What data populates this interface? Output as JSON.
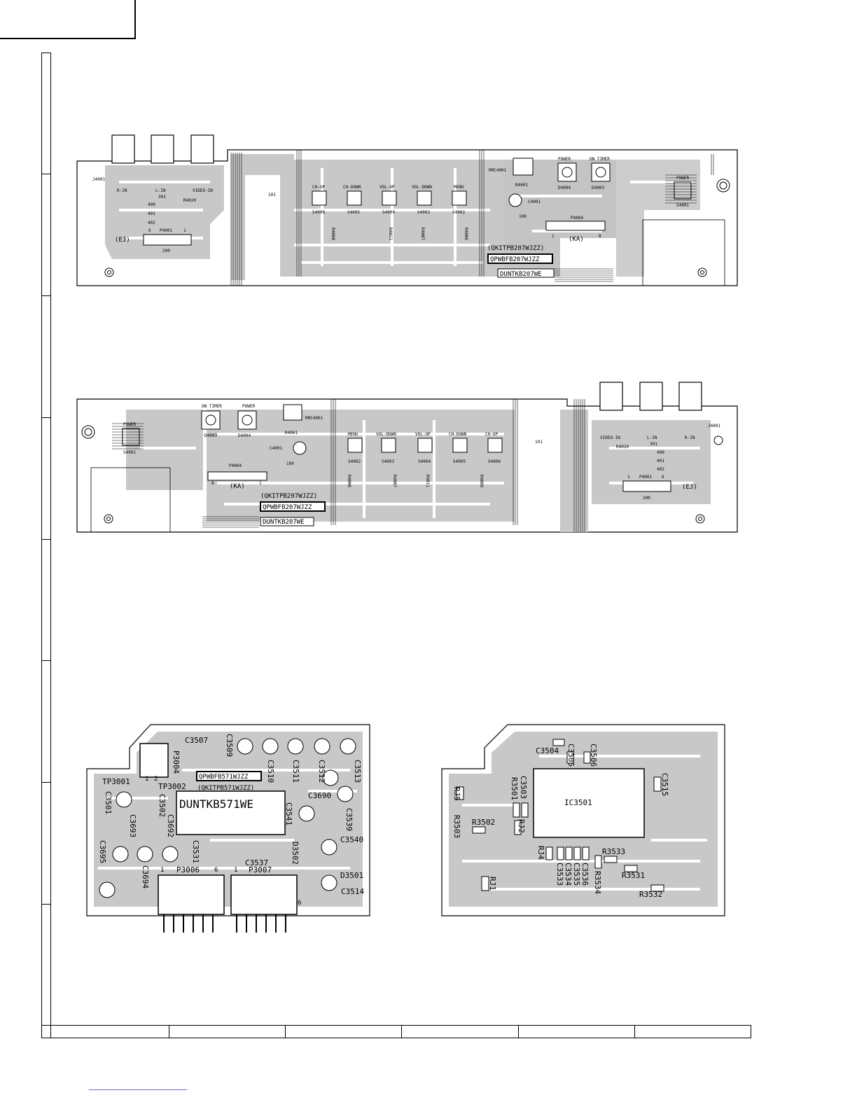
{
  "board_top": {
    "connector_labels": [
      "J4001",
      "R-IN",
      "L-IN",
      "VIDEO-IN",
      "301",
      "R4020",
      "400",
      "401",
      "402",
      "P4001",
      "6",
      "1",
      "200",
      "(EJ)",
      "101"
    ],
    "switches": [
      {
        "name": "CH-UP",
        "ref": "S4006"
      },
      {
        "name": "CH-DOWN",
        "ref": "S4005"
      },
      {
        "name": "VOL-UP",
        "ref": "S4004"
      },
      {
        "name": "VOL-DOWN",
        "ref": "S4003"
      },
      {
        "name": "MENU",
        "ref": "S4002"
      }
    ],
    "resistors": [
      "R4008",
      "R4011",
      "R4007",
      "R4006"
    ],
    "parts": [
      "RMC4001",
      "R4001",
      "C4001",
      "100",
      "POWER",
      "ON TIMER",
      "D4004",
      "D4003",
      "P4004",
      "1",
      "8",
      "(KA)",
      "POWER",
      "S4001"
    ],
    "code1": "(QKITPB207WJZZ)",
    "code2": "QPWBFB207WJZZ",
    "code3": "DUNTKB207WE"
  },
  "board_mid": {
    "parts": [
      "POWER",
      "S4001",
      "ON TIMER",
      "POWER",
      "D4003",
      "D4004",
      "RMC4001",
      "R4001",
      "C4001",
      "100",
      "P4004",
      "8",
      "1",
      "(KA)"
    ],
    "switches": [
      {
        "name": "MENU",
        "ref": "S4002"
      },
      {
        "name": "VOL-DOWN",
        "ref": "S4003"
      },
      {
        "name": "VOL-UP",
        "ref": "S4004"
      },
      {
        "name": "CH-DOWN",
        "ref": "S4005"
      },
      {
        "name": "CH-UP",
        "ref": "S4006"
      }
    ],
    "resistors": [
      "R4006",
      "R4007",
      "R4011",
      "R4009"
    ],
    "connector_labels": [
      "101",
      "J4001",
      "VIDEO-IN",
      "L-IN",
      "R-IN",
      "R4020",
      "301",
      "400",
      "401",
      "402",
      "1",
      "P4001",
      "6",
      "200",
      "(EJ)"
    ],
    "code1": "(QKITPB207WJZZ)",
    "code2": "QPWBFB207WJZZ",
    "code3": "DUNTKB207WE"
  },
  "board_ll": {
    "caps_top": [
      "C3507",
      "C3509",
      "C3510",
      "C3511",
      "C3512",
      "C3513"
    ],
    "labels": [
      "P3004",
      "TP3001",
      "TP3002",
      "C3501",
      "C3502",
      "C3693",
      "C3692",
      "C3690",
      "C3541",
      "C3539",
      "C3540",
      "C3695",
      "C3694",
      "C3531",
      "C3537",
      "D3502",
      "D3501",
      "C3514",
      "P3006",
      "P3007",
      "1",
      "6",
      "1",
      "6",
      "1",
      "2"
    ],
    "code1": "QPWBFB571WJZZ",
    "code2": "(QKITPB571WJZZ)",
    "code3": "DUNTKB571WE"
  },
  "board_lr": {
    "labels": [
      "C3504",
      "C3505",
      "C3506",
      "C3515",
      "R3501",
      "C3503",
      "RJ5",
      "R3503",
      "R3502",
      "RJ2",
      "RJ4",
      "C3533",
      "C3534",
      "C3535",
      "C3536",
      "R3534",
      "R3533",
      "R3531",
      "R3532",
      "RJ1"
    ],
    "ic": "IC3501"
  }
}
